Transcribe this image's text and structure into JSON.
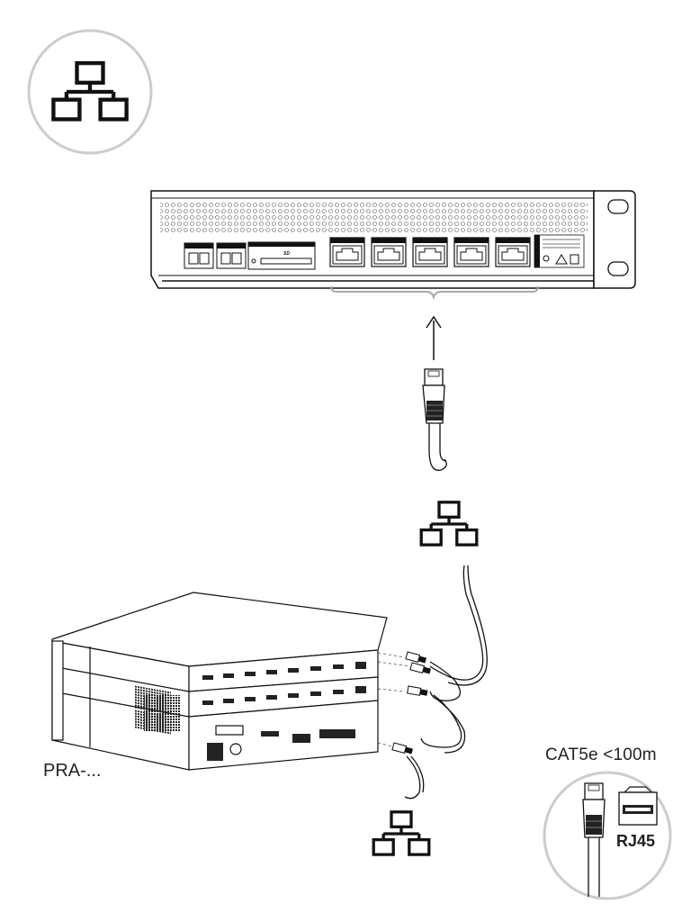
{
  "labels": {
    "cable_spec": "CAT5e <100m",
    "device_model": "PRA-...",
    "connector": "RJ45"
  },
  "icons": [
    "network-icon",
    "ethernet-plug-icon",
    "rj45-socket-icon",
    "sd-card-icon",
    "warning-icon",
    "manual-icon"
  ]
}
